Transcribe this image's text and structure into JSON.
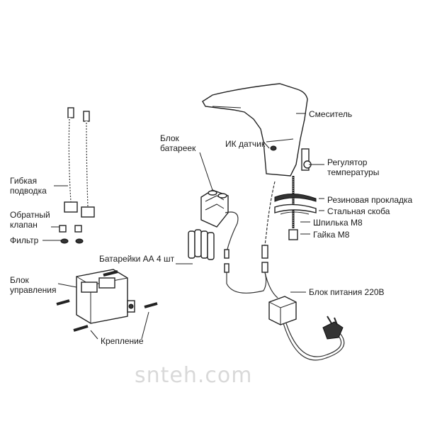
{
  "labels": {
    "hoses": "Гибкая подводка",
    "check_valve": "Обратный клапан",
    "filter": "Фильтр",
    "battery_block": "Блок батареек",
    "batteries": "Батарейки АА 4 шт",
    "control_block": "Блок управления",
    "mounting": "Крепление",
    "mixer": "Смеситель",
    "ir_sensor": "ИК датчик",
    "temp_regulator": "Регулятор температуры",
    "rubber_gasket": "Резиновая прокладка",
    "steel_bracket": "Стальная скоба",
    "stud": "Шпилька М8",
    "nut": "Гайка М8",
    "power_unit": "Блок питания 220В"
  },
  "watermark": "snteh.com"
}
